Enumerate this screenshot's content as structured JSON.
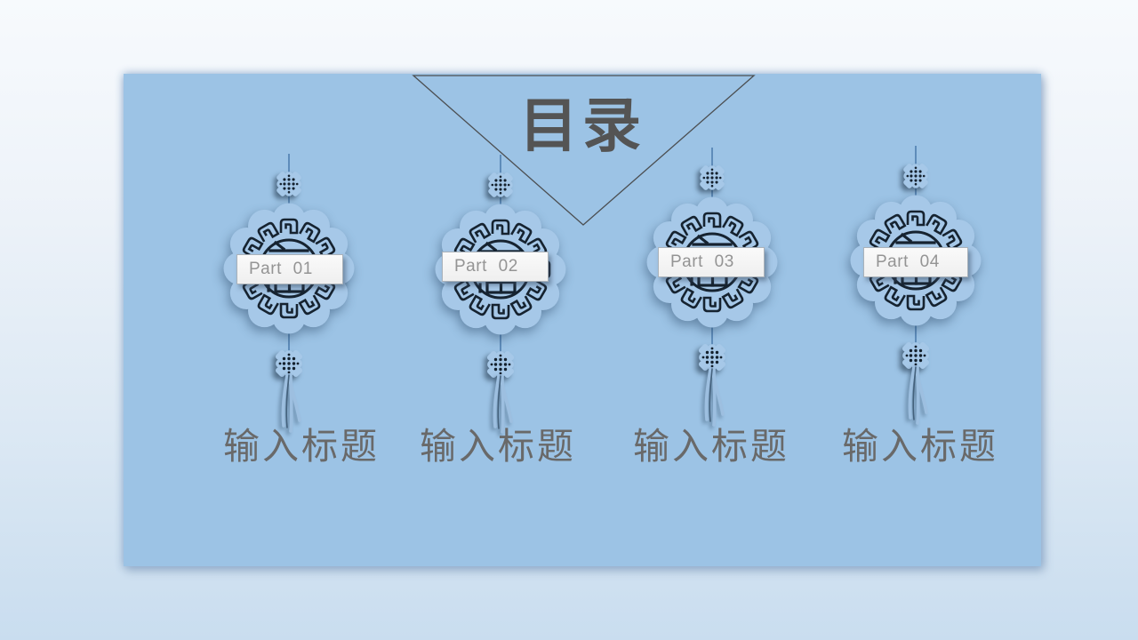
{
  "slide": {
    "title": "目录",
    "parts": [
      {
        "label": "Part 01",
        "caption": "输入标题"
      },
      {
        "label": "Part 02",
        "caption": "输入标题"
      },
      {
        "label": "Part 03",
        "caption": "输入标题"
      },
      {
        "label": "Part 04",
        "caption": "输入标题"
      }
    ]
  },
  "icons": [
    "triangle-banner-outline",
    "hanging-string",
    "chinese-knot-icon",
    "medallion-papercut-icon",
    "fu-character-glyph",
    "tassel-icon"
  ],
  "colors": {
    "slide_background": "#9cc3e5",
    "page_background_top": "#f7fafd",
    "page_background_bottom": "#c9ddef",
    "ornament_body": "#a6c8e8",
    "ornament_pattern": "#162330",
    "title_text": "#545454",
    "caption_text": "#696969",
    "part_label_text": "#949494",
    "part_label_background": "#f3f3f3",
    "triangle_line": "#4c4f52"
  }
}
